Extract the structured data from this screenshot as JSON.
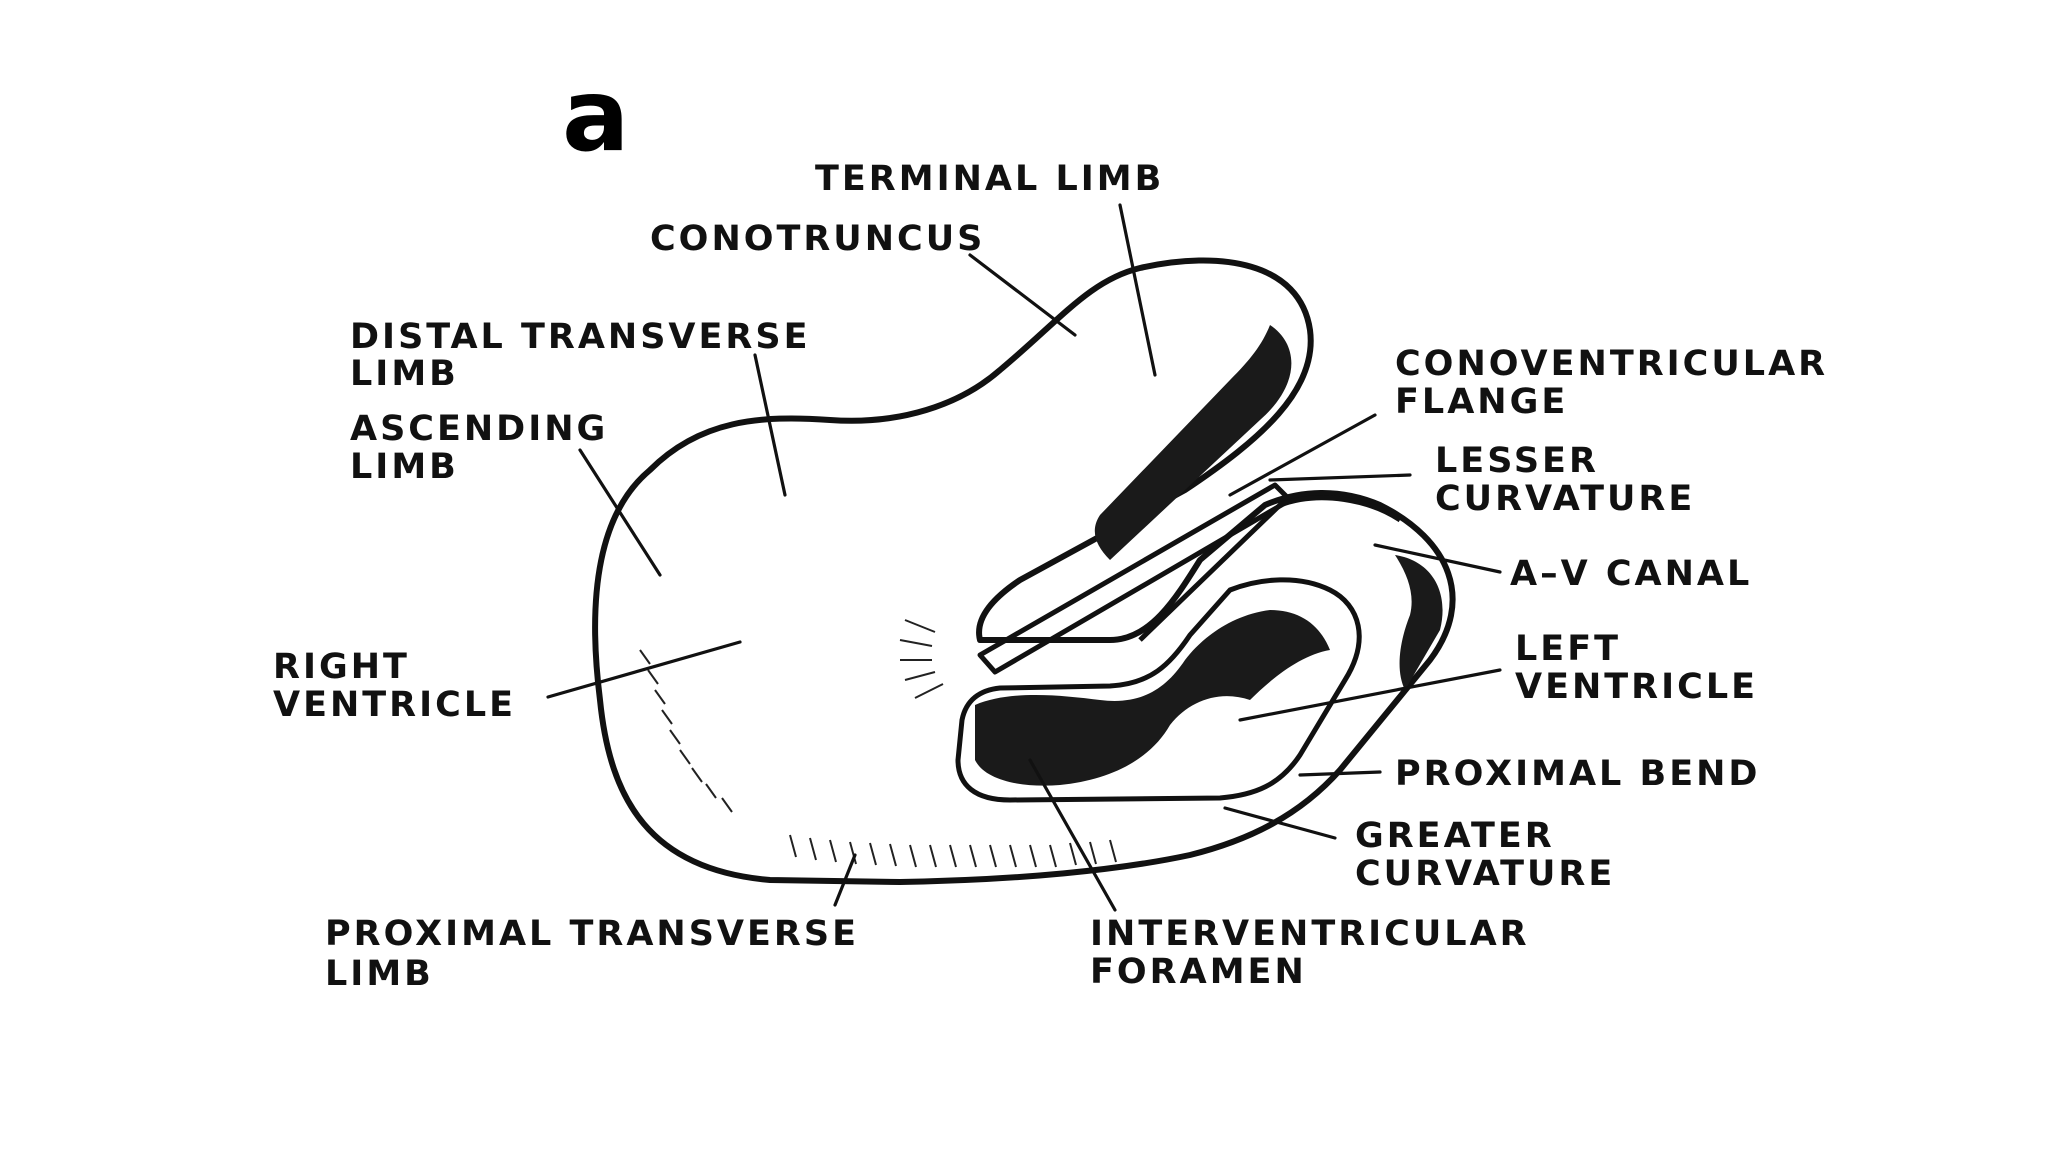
{
  "panel_letter": "a",
  "labels": {
    "terminal_limb": "TERMINAL LIMB",
    "conotruncus": "CONOTRUNCUS",
    "distal_transverse_limb": [
      "DISTAL TRANSVERSE",
      "LIMB"
    ],
    "ascending_limb": [
      "ASCENDING",
      "LIMB"
    ],
    "right_ventricle": [
      "RIGHT",
      "VENTRICLE"
    ],
    "proximal_transverse_limb": [
      "PROXIMAL TRANSVERSE",
      "LIMB"
    ],
    "conoventricular_flange": [
      "CONOVENTRICULAR",
      "FLANGE"
    ],
    "lesser_curvature": [
      "LESSER",
      "CURVATURE"
    ],
    "av_canal": "A–V CANAL",
    "left_ventricle": [
      "LEFT",
      "VENTRICLE"
    ],
    "proximal_bend": "PROXIMAL BEND",
    "greater_curvature": [
      "GREATER",
      "CURVATURE"
    ],
    "interventricular_foramen": [
      "INTERVENTRICULAR",
      "FORAMEN"
    ]
  }
}
